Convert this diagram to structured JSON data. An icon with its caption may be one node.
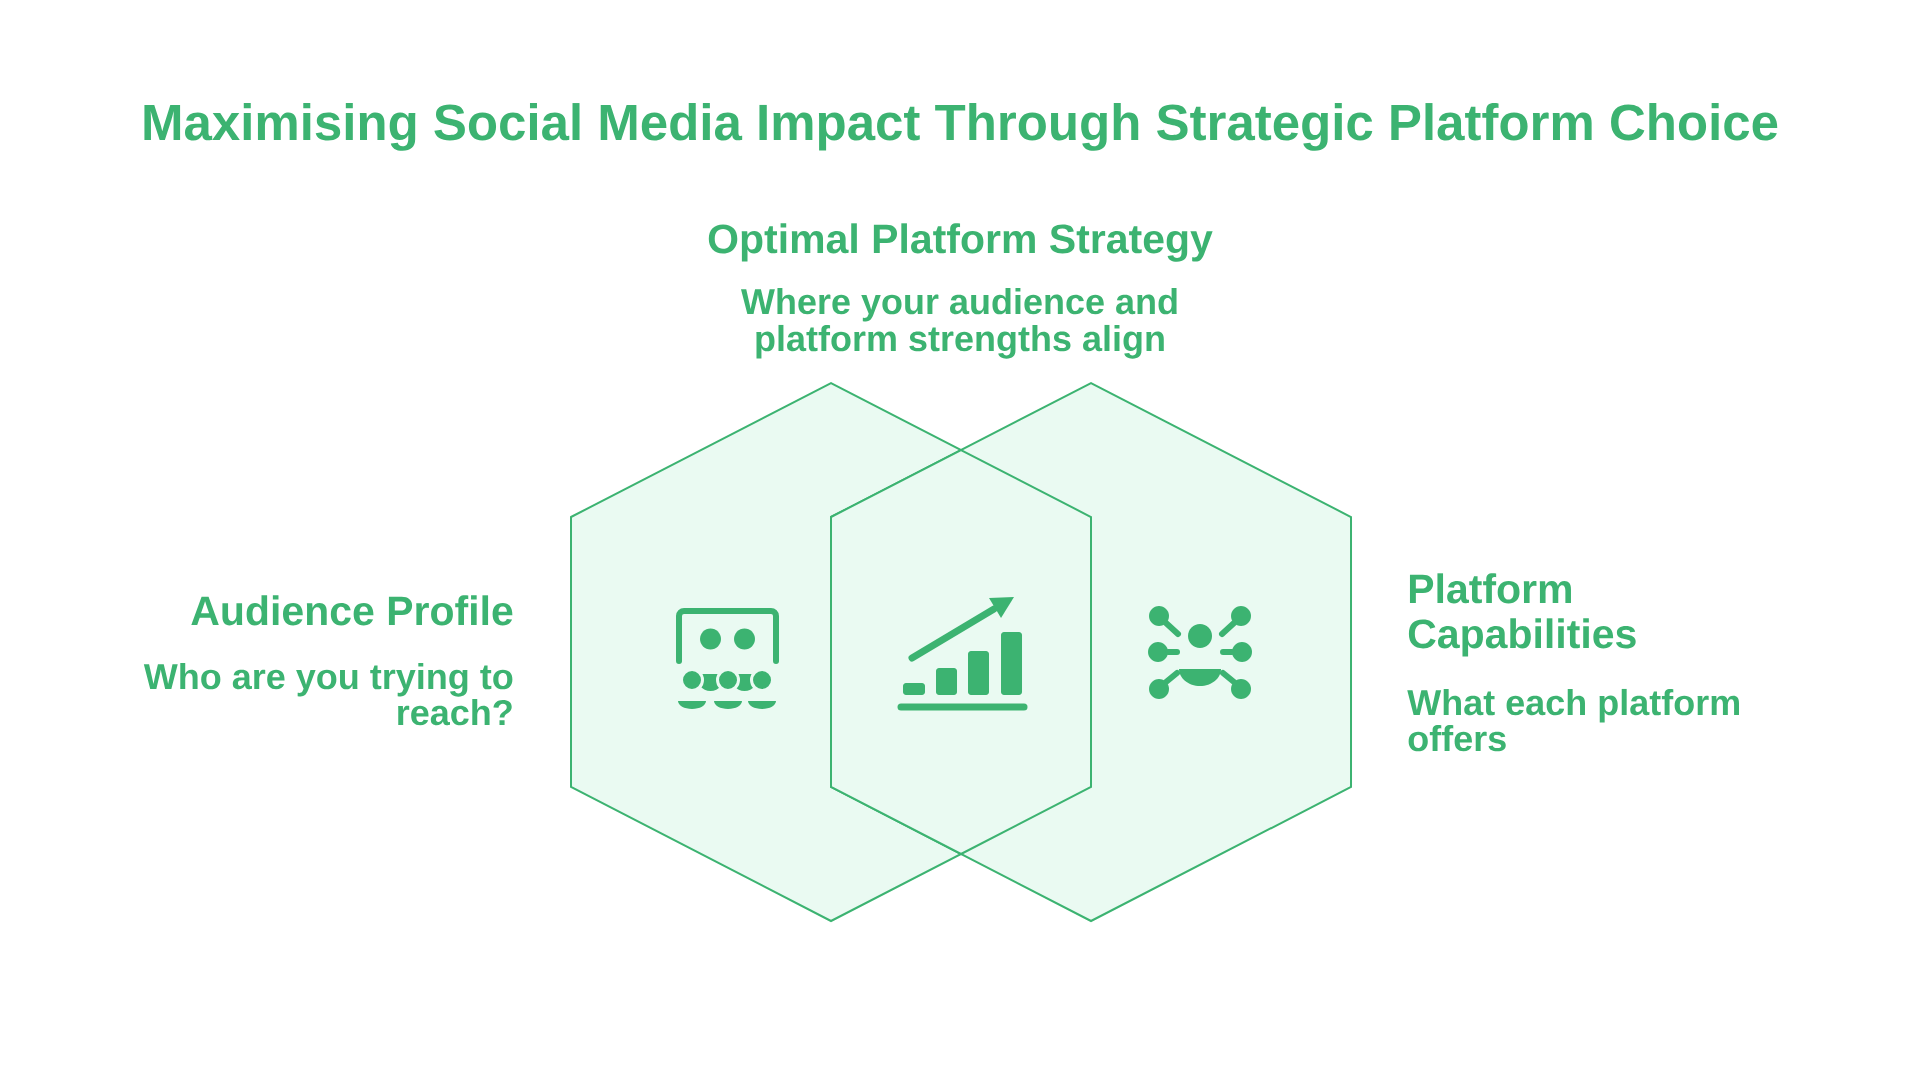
{
  "diagram": {
    "title": "Maximising Social Media Impact Through Strategic Platform Choice",
    "nodes": [
      {
        "text": [
          "Optimal Platform Strategy",
          "Where your audience and platform strengths align"
        ]
      },
      {
        "text": [
          "Audience Profile",
          "Who are you trying to reach?"
        ]
      },
      {
        "text": [
          "Platform Capabilities",
          "What each platform offers"
        ]
      }
    ]
  }
}
